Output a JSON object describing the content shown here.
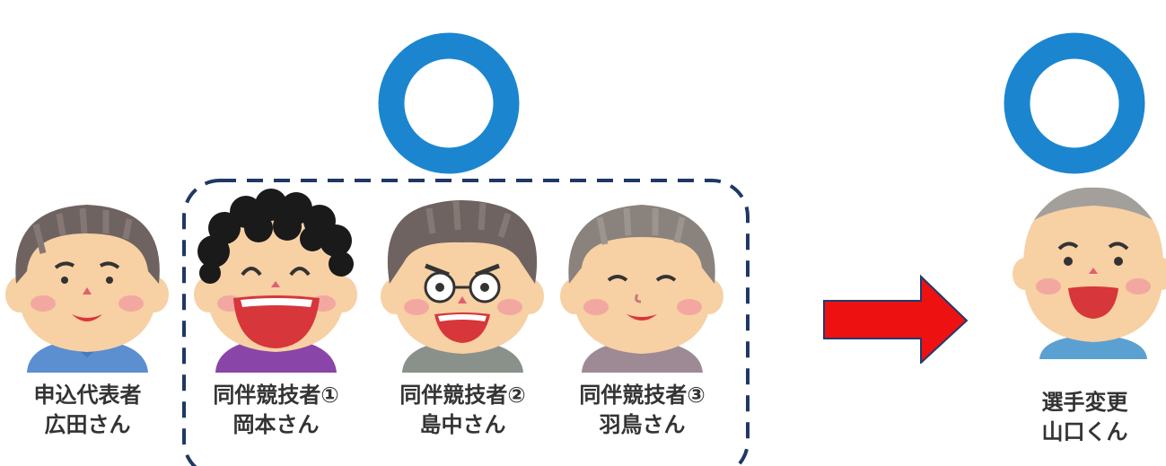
{
  "colors": {
    "ring": "#1b86cf",
    "arrow_fill": "#ee1111",
    "arrow_stroke": "#1f3b6e",
    "group_border": "#1f3864",
    "skin": "#f7d0a4",
    "cheek": "#f08c8c",
    "mouth": "#d7363a"
  },
  "people": [
    {
      "role": "申込代表者",
      "name": "広田さん",
      "icon": "smiling-man-icon",
      "shirt": "#5b8fcf"
    },
    {
      "role": "同伴競技者①",
      "name": "岡本さん",
      "icon": "laughing-curly-hair-man-icon",
      "shirt": "#8a45a8"
    },
    {
      "role": "同伴競技者②",
      "name": "島中さん",
      "icon": "glasses-man-icon",
      "shirt": "#8a918a"
    },
    {
      "role": "同伴競技者③",
      "name": "羽鳥さん",
      "icon": "smiling-grandmother-icon",
      "shirt": "#9e8a94"
    }
  ],
  "replacement": {
    "role": "選手変更",
    "name": "山口くん",
    "icon": "bald-boy-icon",
    "shirt": "#5aa1d1"
  },
  "marks": [
    {
      "icon": "ok-circle-icon",
      "meaning": "approved"
    },
    {
      "icon": "ok-circle-icon",
      "meaning": "approved"
    }
  ],
  "arrow": {
    "icon": "right-arrow-icon"
  }
}
